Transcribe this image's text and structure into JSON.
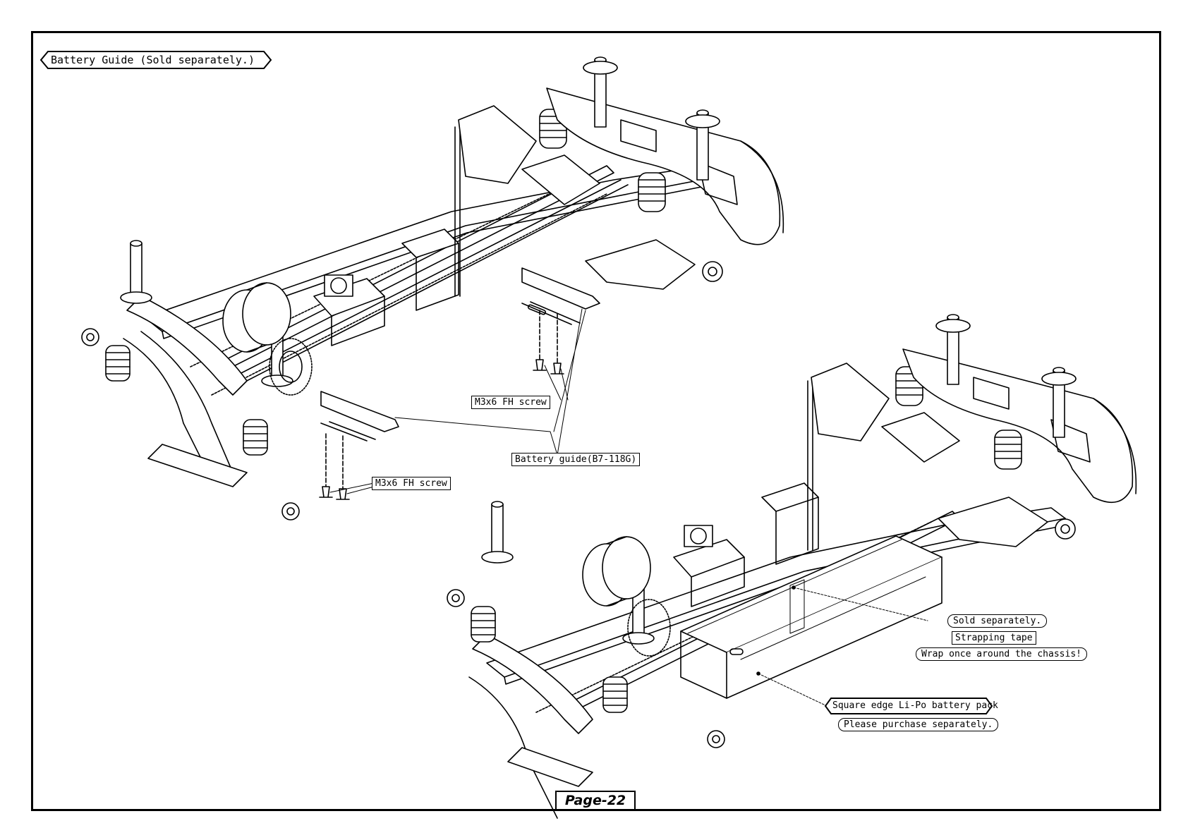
{
  "section": {
    "title": "Battery Guide (Sold separately.)"
  },
  "callouts": {
    "screw_upper": "M3x6 FH screw",
    "screw_lower": "M3x6 FH screw",
    "battery_guide": "Battery guide(B7-118G)",
    "sold_separately": "Sold separately.",
    "strapping_tape": "Strapping tape",
    "wrap_note": "Wrap once around the chassis!",
    "battery_pack": "Square edge Li-Po battery pack",
    "purchase_note": "Please purchase separately."
  },
  "footer": {
    "page_label": "Page-22"
  }
}
